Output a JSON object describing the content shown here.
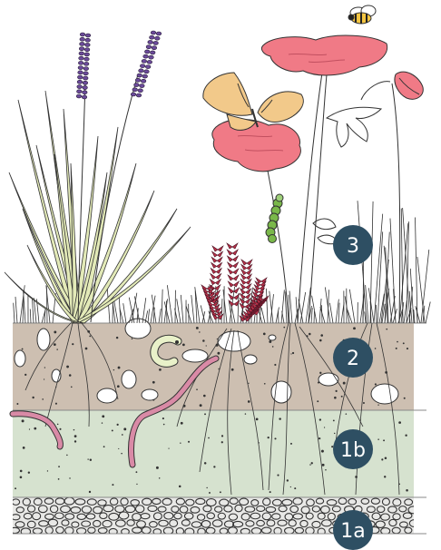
{
  "labels": {
    "vegetation": "3",
    "topsoil": "2",
    "subsoil": "1b",
    "drainage": "1a"
  },
  "colors": {
    "badge": "#2e4f63",
    "topsoil": "#cdbfb1",
    "subsoil": "#d6e2cf",
    "gravel_bg": "#e8e8e6",
    "poppy": "#f07a86",
    "lavender": "#6b4a9a",
    "grass": "#e3eab8",
    "red_plant": "#b8324a",
    "butterfly": "#f2c98a",
    "worm": "#d98aa6",
    "caterpillar": "#7ab84a"
  },
  "icons": [
    "bee-icon",
    "butterfly-icon",
    "caterpillar-icon",
    "worm-icon",
    "grub-icon"
  ]
}
